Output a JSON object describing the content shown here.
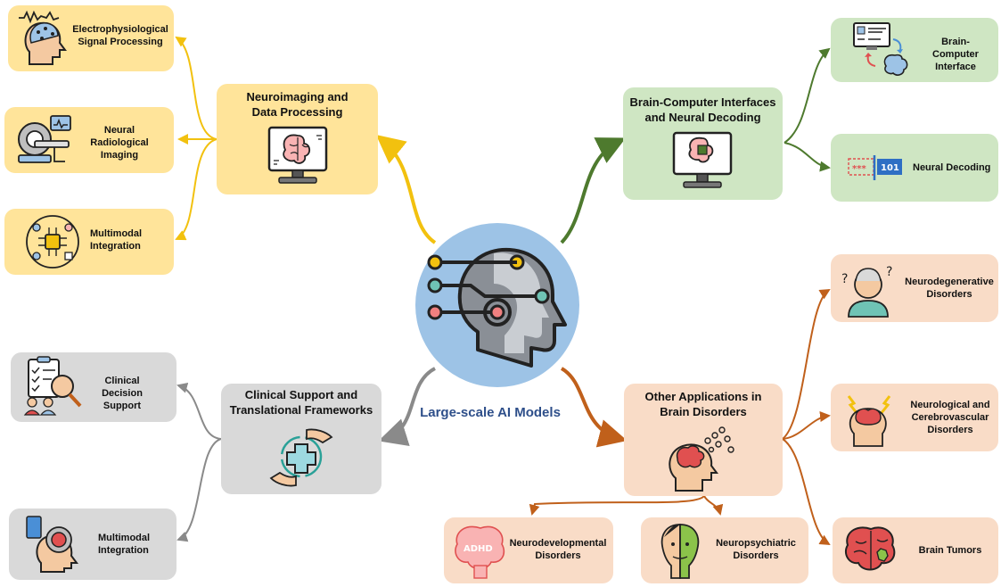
{
  "center": {
    "title": "Large-scale AI Models"
  },
  "categories": {
    "neuroimaging": {
      "title": "Neuroimaging and Data Processing",
      "children": [
        "Electrophysiological Signal Processing",
        "Neural Radiological Imaging",
        "Multimodal Integration"
      ]
    },
    "bci": {
      "title": "Brain-Computer Interfaces and Neural Decoding",
      "children": [
        "Brain-Computer Interface",
        "Neural Decoding"
      ]
    },
    "clinical": {
      "title": "Clinical Support and Translational Frameworks",
      "children": [
        "Clinical Decision Support",
        "Multimodal Integration"
      ]
    },
    "disorders": {
      "title": "Other Applications in Brain Disorders",
      "children": [
        "Neurodegenerative Disorders",
        "Neurological and Cerebrovascular Disorders",
        "Brain Tumors",
        "Neurodevelopmental Disorders",
        "Neuropsychiatric Disorders"
      ]
    }
  },
  "icon_text": {
    "adhd": "ADHD",
    "code_number": "101",
    "code_mask": "***"
  },
  "colors": {
    "yellow": "#f2c10f",
    "green": "#4e7a2e",
    "orange": "#c0601b",
    "gray": "#8a8a8a",
    "center_circle": "#9dc3e6",
    "title_blue": "#2e4f8a"
  }
}
